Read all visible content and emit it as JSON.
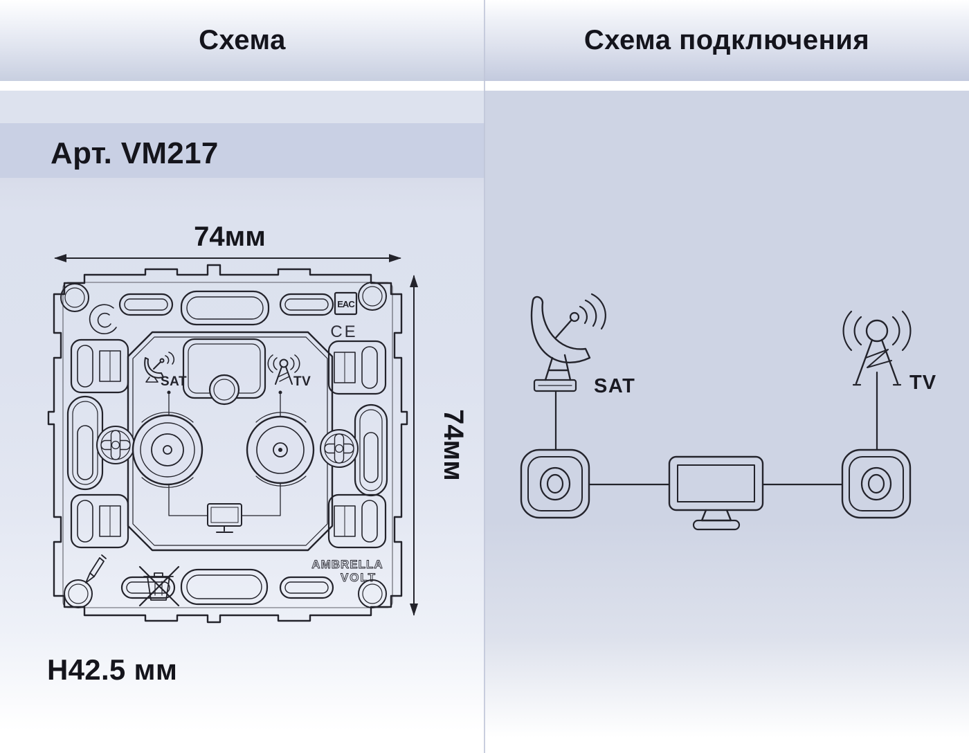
{
  "header": {
    "left_title": "Схема",
    "right_title": "Схема подключения"
  },
  "left_panel": {
    "article_label": "Арт. VM217",
    "width_dim": "74мм",
    "height_dim": "74мм",
    "depth_dim": "H42.5 мм",
    "sat_port_label": "SAT",
    "tv_port_label": "TV",
    "cert_eac": "EAC",
    "cert_ce": "CE",
    "brand_line1": "AMBRELLA",
    "brand_line2": "VOLT"
  },
  "right_panel": {
    "sat_source_label": "SAT",
    "tv_source_label": "TV"
  },
  "colors": {
    "line_art": "#23232b",
    "left_bg": "#dde2ee",
    "right_bg": "#ced4e4",
    "article_band": "#c9d0e4",
    "header_gradient_end": "#c8cfe0",
    "divider": "#bfc6d8"
  }
}
